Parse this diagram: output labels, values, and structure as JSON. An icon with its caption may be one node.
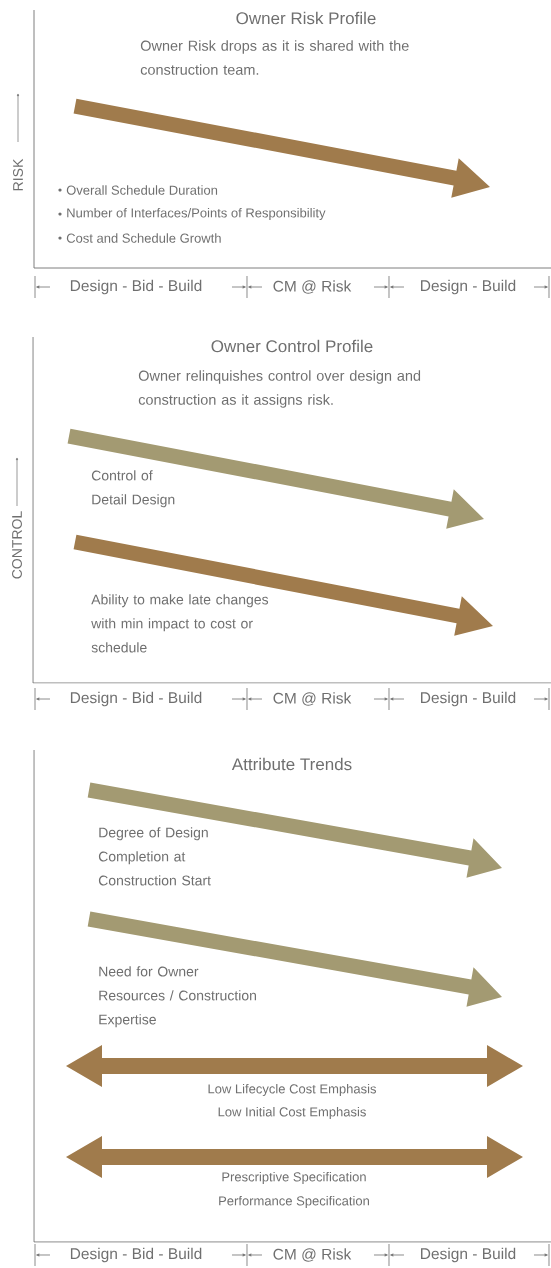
{
  "diagram": {
    "labels": [
      "Owner Risk Profile",
      "Owner Risk drops as it is shared with the construction team.",
      "RISK",
      "Overall Schedule Duration",
      "Number of Interfaces/Points of Responsibility",
      "Cost and Schedule Growth",
      "Design - Bid - Build",
      "CM @ Risk",
      "Design - Build",
      "Owner Control Profile",
      "Owner relinquishes control over design and construction as it assigns risk.",
      "CONTROL",
      "Control of Detail Design",
      "Ability to make late changes with min impact to cost or schedule",
      "Design - Bid - Build",
      "CM @ Risk",
      "Design - Build",
      "Attribute Trends",
      "Degree of Design Completion at Construction Start",
      "Need for Owner Resources / Construction Expertise",
      "Low Lifecycle Cost Emphasis",
      "Low Initial Cost Emphasis",
      "Prescriptive Specification",
      "Performance Specification",
      "Design - Bid - Build",
      "CM @ Risk",
      "Design - Build"
    ]
  }
}
